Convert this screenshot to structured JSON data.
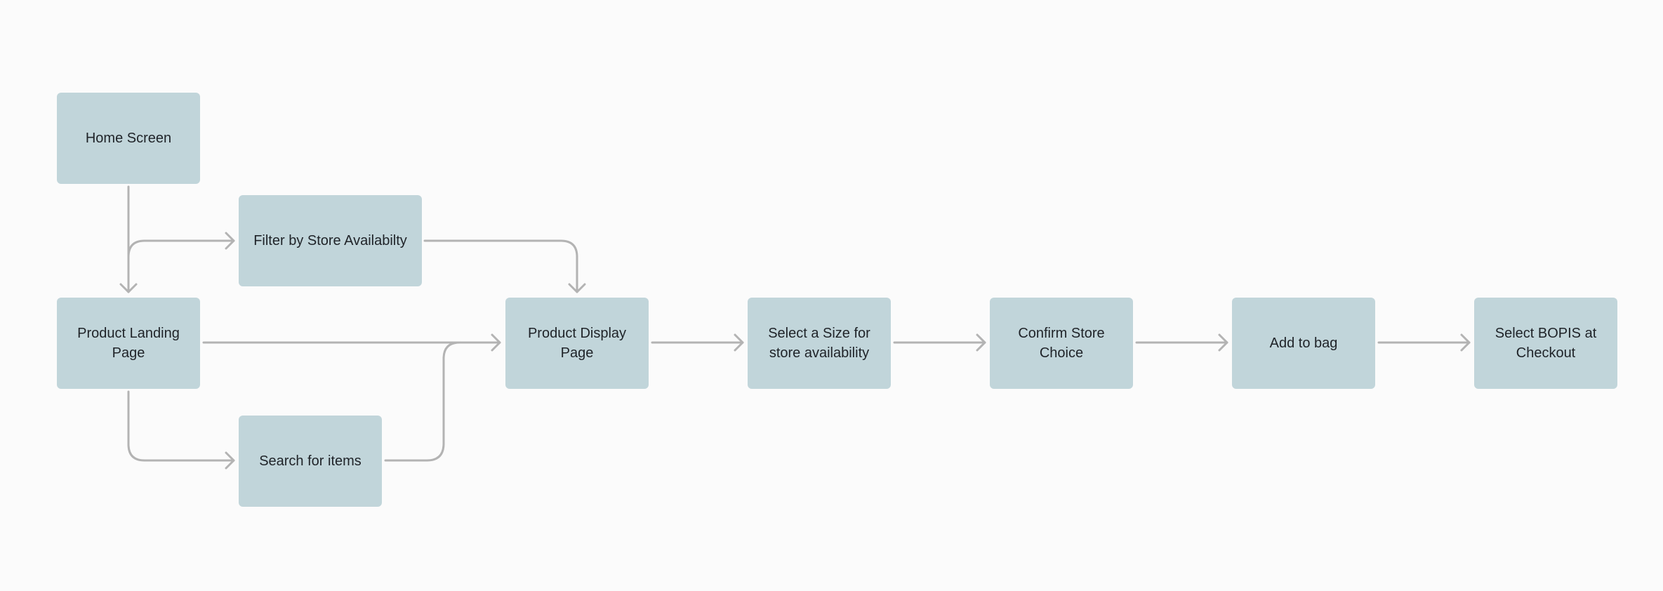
{
  "nodes": {
    "home": "Home Screen",
    "filter": "Filter by Store Availabilty",
    "plp": "Product Landing Page",
    "search": "Search for items",
    "pdp": "Product Display Page",
    "size": "Select a Size for store availability",
    "confirm": "Confirm Store Choice",
    "bag": "Add to bag",
    "bopis": "Select BOPIS at Checkout"
  },
  "edges": [
    {
      "from": "home",
      "to": "plp"
    },
    {
      "from": "home",
      "to": "filter"
    },
    {
      "from": "filter",
      "to": "pdp"
    },
    {
      "from": "plp",
      "to": "pdp"
    },
    {
      "from": "plp",
      "to": "search"
    },
    {
      "from": "search",
      "to": "pdp"
    },
    {
      "from": "pdp",
      "to": "size"
    },
    {
      "from": "size",
      "to": "confirm"
    },
    {
      "from": "confirm",
      "to": "bag"
    },
    {
      "from": "bag",
      "to": "bopis"
    }
  ],
  "colors": {
    "node_fill": "#c1d5da",
    "connector": "#b3b3b3",
    "background": "#fbfbfb",
    "text": "#1f2328"
  }
}
